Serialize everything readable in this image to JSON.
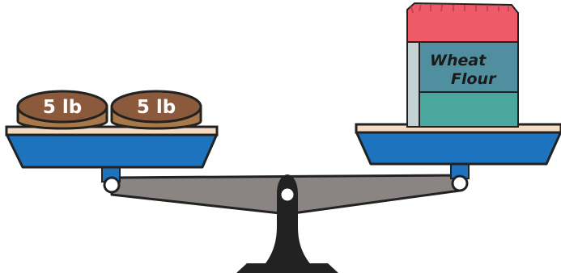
{
  "left_pan": {
    "weights": [
      {
        "label": "5 lb"
      },
      {
        "label": "5 lb"
      }
    ]
  },
  "right_pan": {
    "bag": {
      "line1": "Wheat",
      "line2": "Flour"
    }
  },
  "colors": {
    "pan": "#1e73be",
    "pan_rim": "#f5dcc0",
    "beam": "#8a8483",
    "stand": "#222222",
    "weight_top": "#8b5a3c",
    "weight_side": "#a87849",
    "bag_top": "#ef5a68",
    "bag_mid": "#4f8f9f",
    "bag_bottom": "#4aa7a0",
    "bag_side": "#c4d2d3"
  }
}
